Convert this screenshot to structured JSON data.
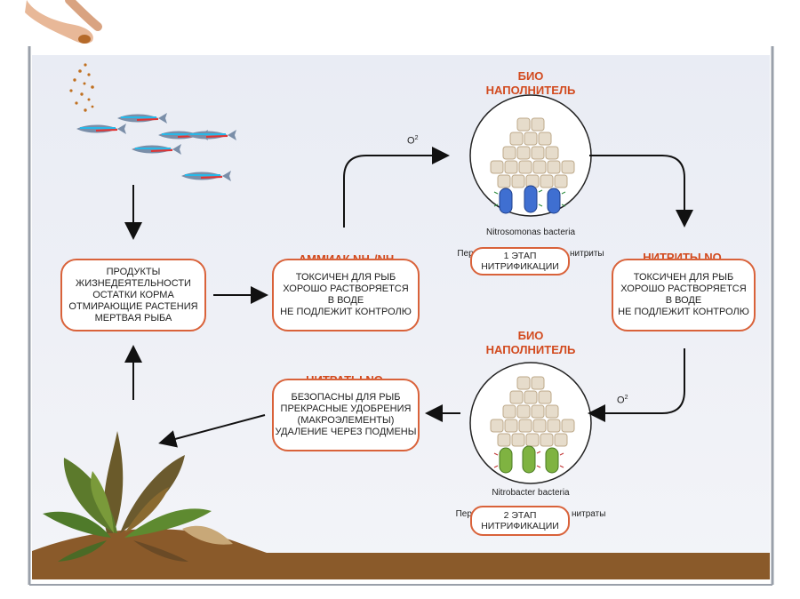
{
  "colors": {
    "accent": "#d9623a",
    "title": "#d24a1e",
    "tank_background": "#eef0f6",
    "substrate": "#8a5a2a",
    "bacteria_blue": "#3f6fd1",
    "bacteria_green": "#7fb341"
  },
  "sources": {
    "box_text": "ПРОДУКТЫ\nЖИЗНЕДЕЯТЕЛЬНОСТИ\nОСТАТКИ КОРМА\nОТМИРАЮЩИЕ РАСТЕНИЯ\nМЕРТВАЯ РЫБА"
  },
  "ammonia": {
    "title_prefix": "АММИАК NH",
    "title_sub1": "3",
    "title_mid": "/NH",
    "title_sub2": "4",
    "box_text": "ТОКСИЧЕН ДЛЯ РЫБ\nХОРОШО РАСТВОРЯЕТСЯ\nВ ВОДЕ\nНЕ ПОДЛЕЖИТ КОНТРОЛЮ"
  },
  "bio_top": {
    "title": "БИО\nНАПОЛНИТЕЛЬ",
    "o2_label": "O",
    "o2_sup": "2",
    "bacteria_name": "Nitrosomonas bacteria",
    "bacteria_action": "Перерабатывает аммиак в нитриты",
    "stage_text": "1 ЭТАП\nНИТРИФИКАЦИИ"
  },
  "nitrites": {
    "title_prefix": "НИТРИТЫ NO",
    "title_sub": "2",
    "box_text": "ТОКСИЧЕН ДЛЯ РЫБ\nХОРОШО РАСТВОРЯЕТСЯ\nВ ВОДЕ\nНЕ ПОДЛЕЖИТ КОНТРОЛЮ"
  },
  "bio_bottom": {
    "title": "БИО\nНАПОЛНИТЕЛЬ",
    "o2_label": "O",
    "o2_sup": "2",
    "bacteria_name": "Nitrobacter bacteria",
    "bacteria_action": "Перерабатывает нитриты в нитраты",
    "stage_text": "2 ЭТАП\nНИТРИФИКАЦИИ"
  },
  "nitrates": {
    "title_prefix": "НИТРАТЫ NO",
    "title_sub": "3",
    "box_text": "БЕЗОПАСНЫ ДЛЯ РЫБ\nПРЕКРАСНЫЕ УДОБРЕНИЯ\n(МАКРОЭЛЕМЕНТЫ)\nУДАЛЕНИЕ ЧЕРЕЗ ПОДМЕНЫ"
  }
}
